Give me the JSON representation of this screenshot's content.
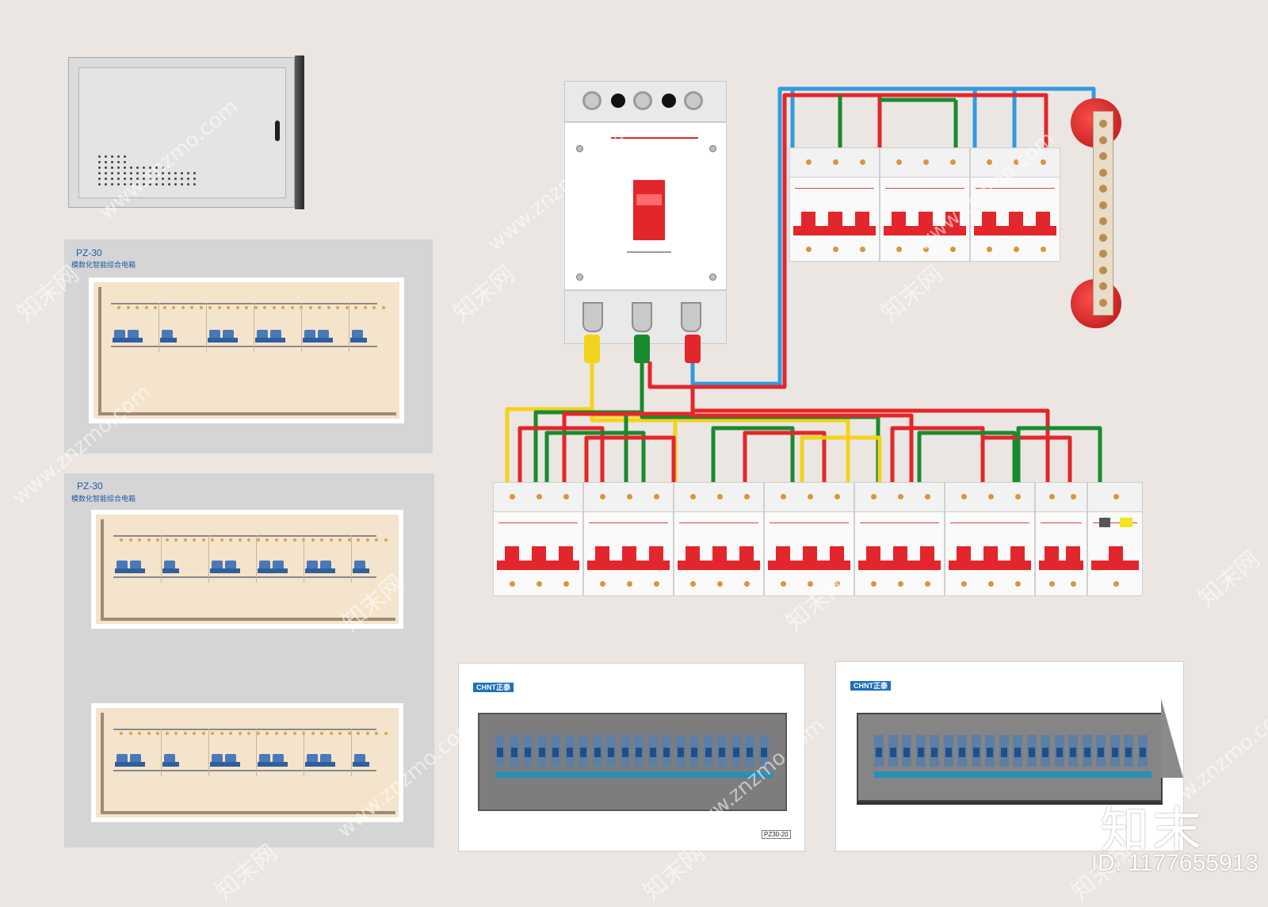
{
  "panel_top": {
    "title": "PZ-30",
    "subtitle": "模数化智能综合电箱"
  },
  "panel_bottom": {
    "title": "PZ-30",
    "subtitle": "模数化智能综合电箱"
  },
  "chnt_left": {
    "brand": "CHNT正泰",
    "model": "PZ30-20"
  },
  "chnt_right": {
    "brand": "CHNT正泰"
  },
  "watermark": {
    "site": "www.znzmo.com",
    "cn": "知末网",
    "logo": "知末",
    "id": "ID: 1177655913"
  },
  "colors": {
    "wire_red": "#e3262b",
    "wire_green": "#1a8a2e",
    "wire_blue": "#2f9be0",
    "wire_yellow": "#f2d31b",
    "breaker_red": "#e3262b",
    "panel_beige": "#f4e4cc",
    "background": "#ebe6e2"
  }
}
